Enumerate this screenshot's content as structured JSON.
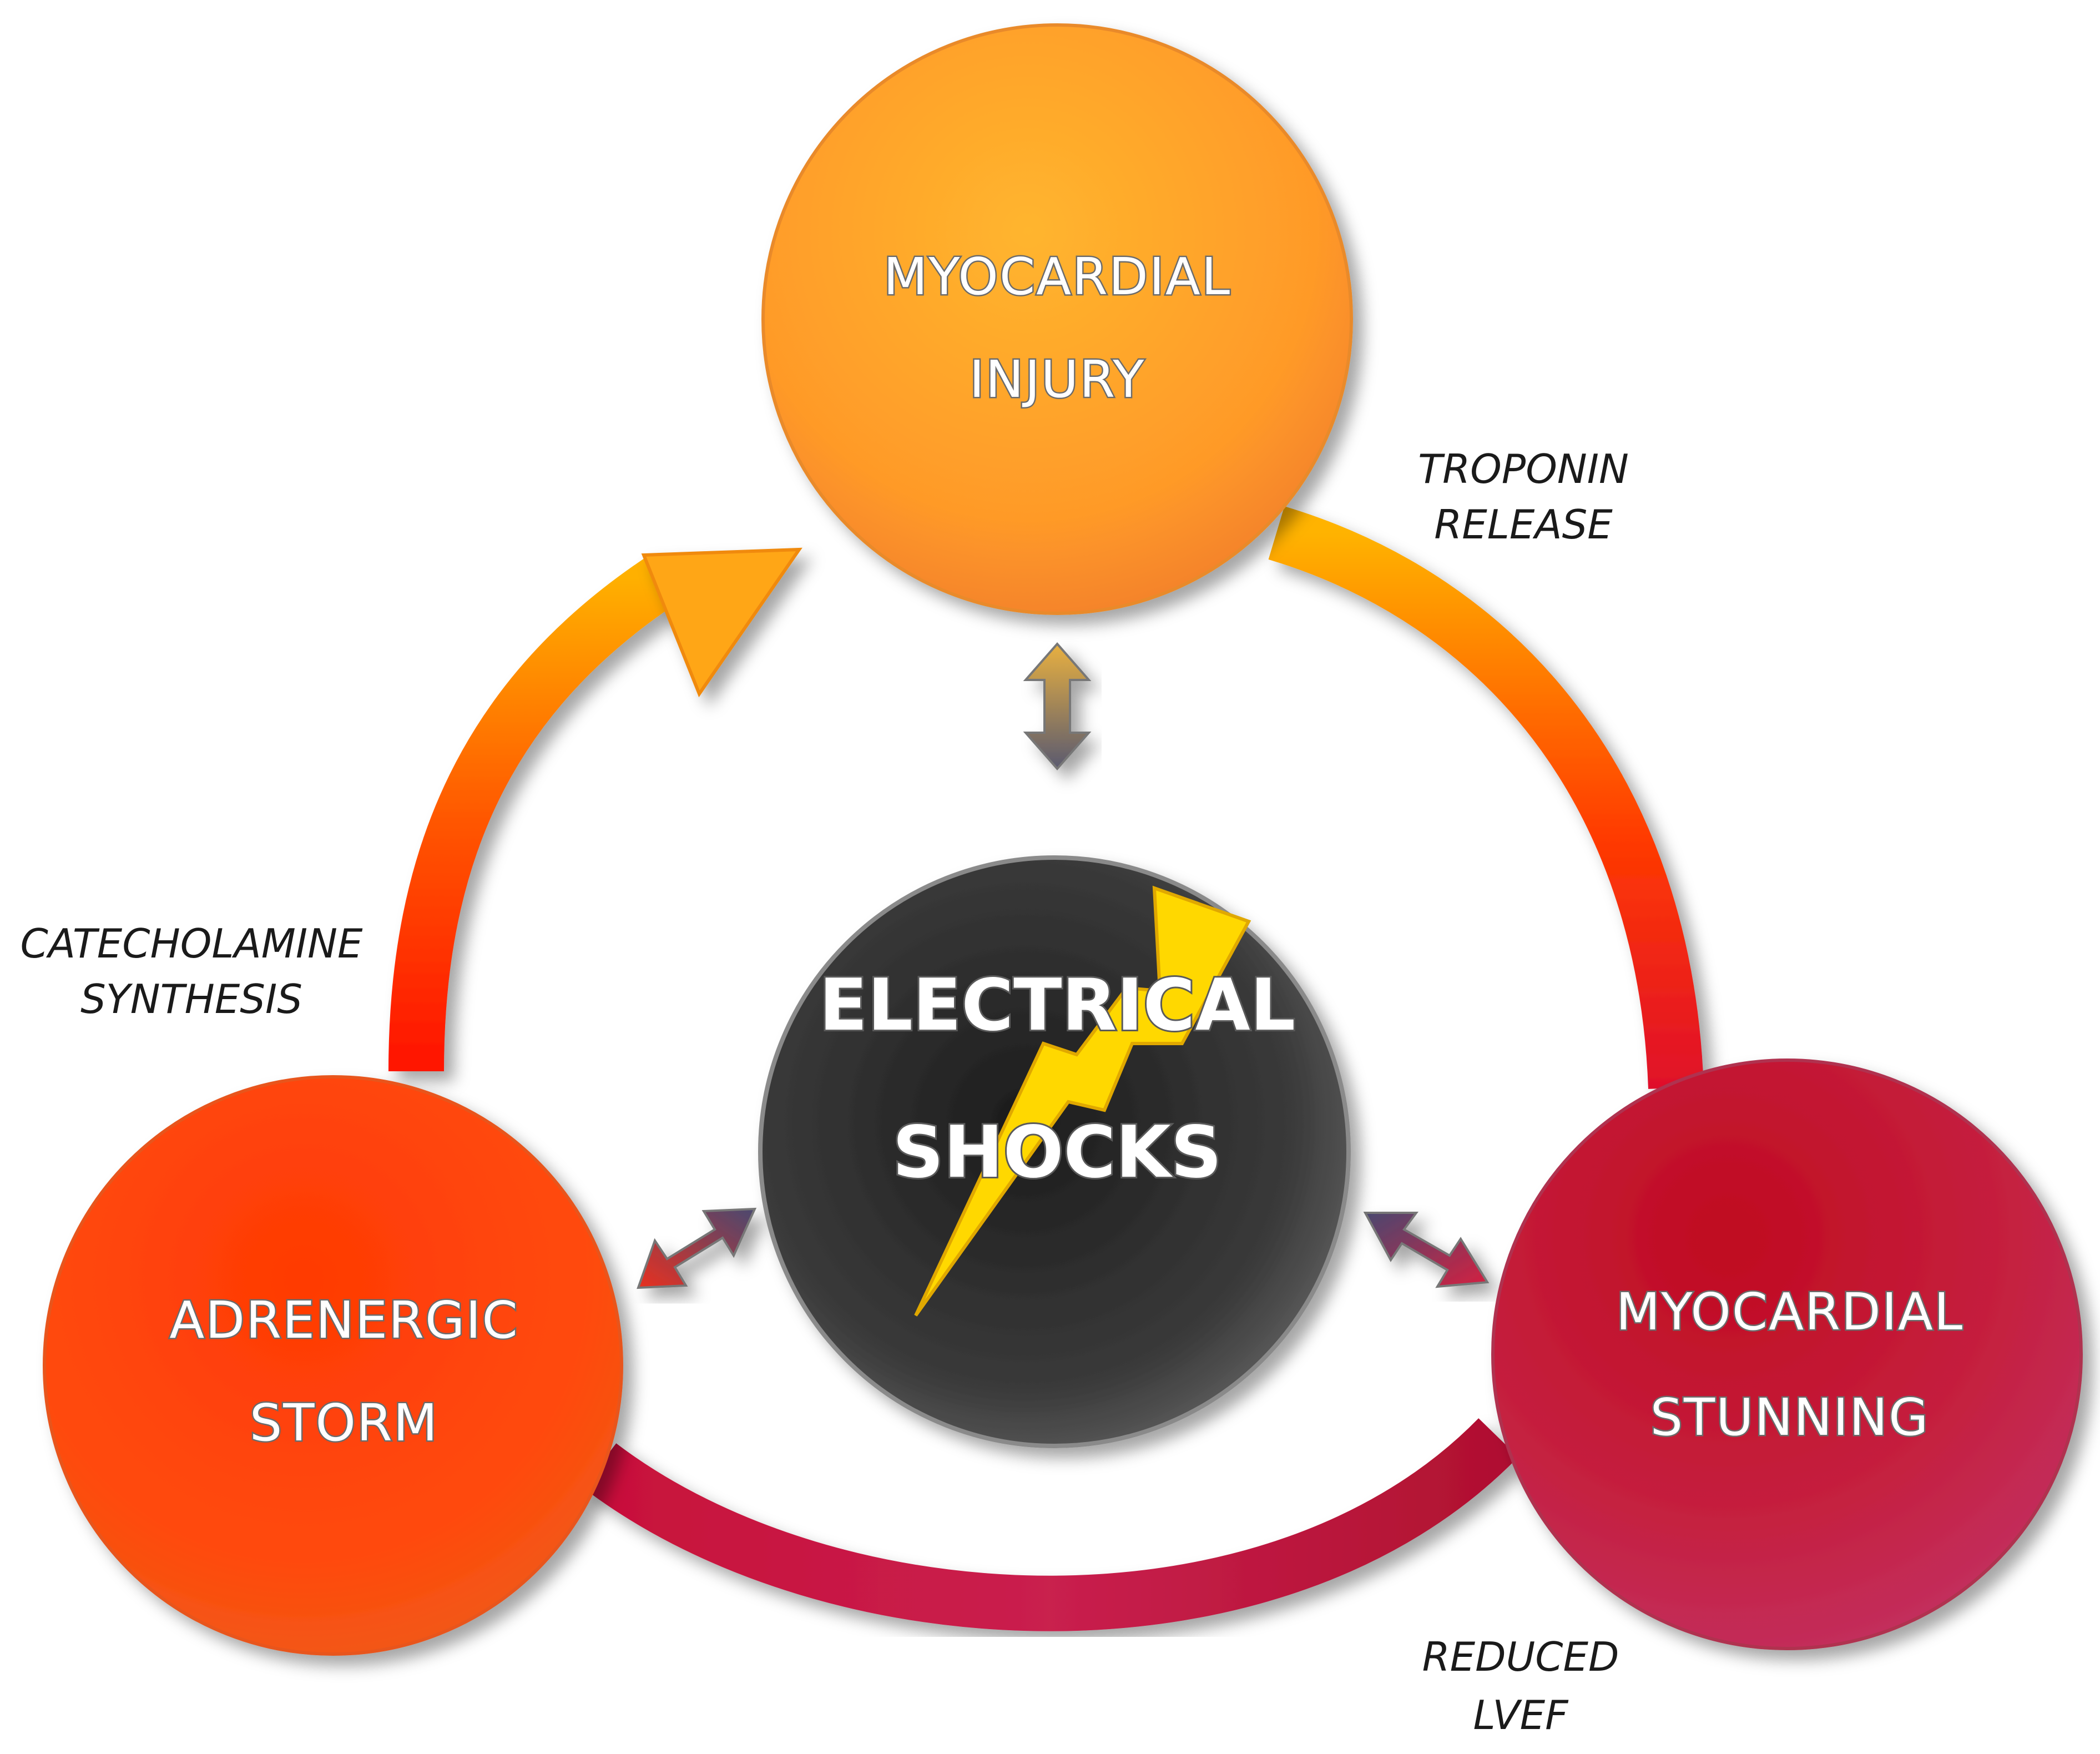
{
  "nodes": {
    "top": {
      "line1": "MYOCARDIAL",
      "line2": "INJURY",
      "color": "#FFA21F"
    },
    "left": {
      "line1": "ADRENERGIC",
      "line2": "STORM",
      "color": "#FF3A0A"
    },
    "right": {
      "line1": "MYOCARDIAL",
      "line2": "STUNNING",
      "color": "#C0143A"
    },
    "center": {
      "line1": "ELECTRICAL",
      "line2": "SHOCKS",
      "color": "#3A3A3A"
    }
  },
  "edge_labels": {
    "troponin": {
      "line1": "TROPONIN",
      "line2": "RELEASE"
    },
    "catecholamine": {
      "line1": "CATECHOLAMINE",
      "line2": "SYNTHESIS"
    },
    "lvef": {
      "line1": "REDUCED",
      "line2": "LVEF"
    }
  },
  "colors": {
    "ring_top": "#FFB000",
    "ring_mid": "#FF1A00",
    "ring_bottom": "#C2184F",
    "bolt": "#FFD800"
  }
}
